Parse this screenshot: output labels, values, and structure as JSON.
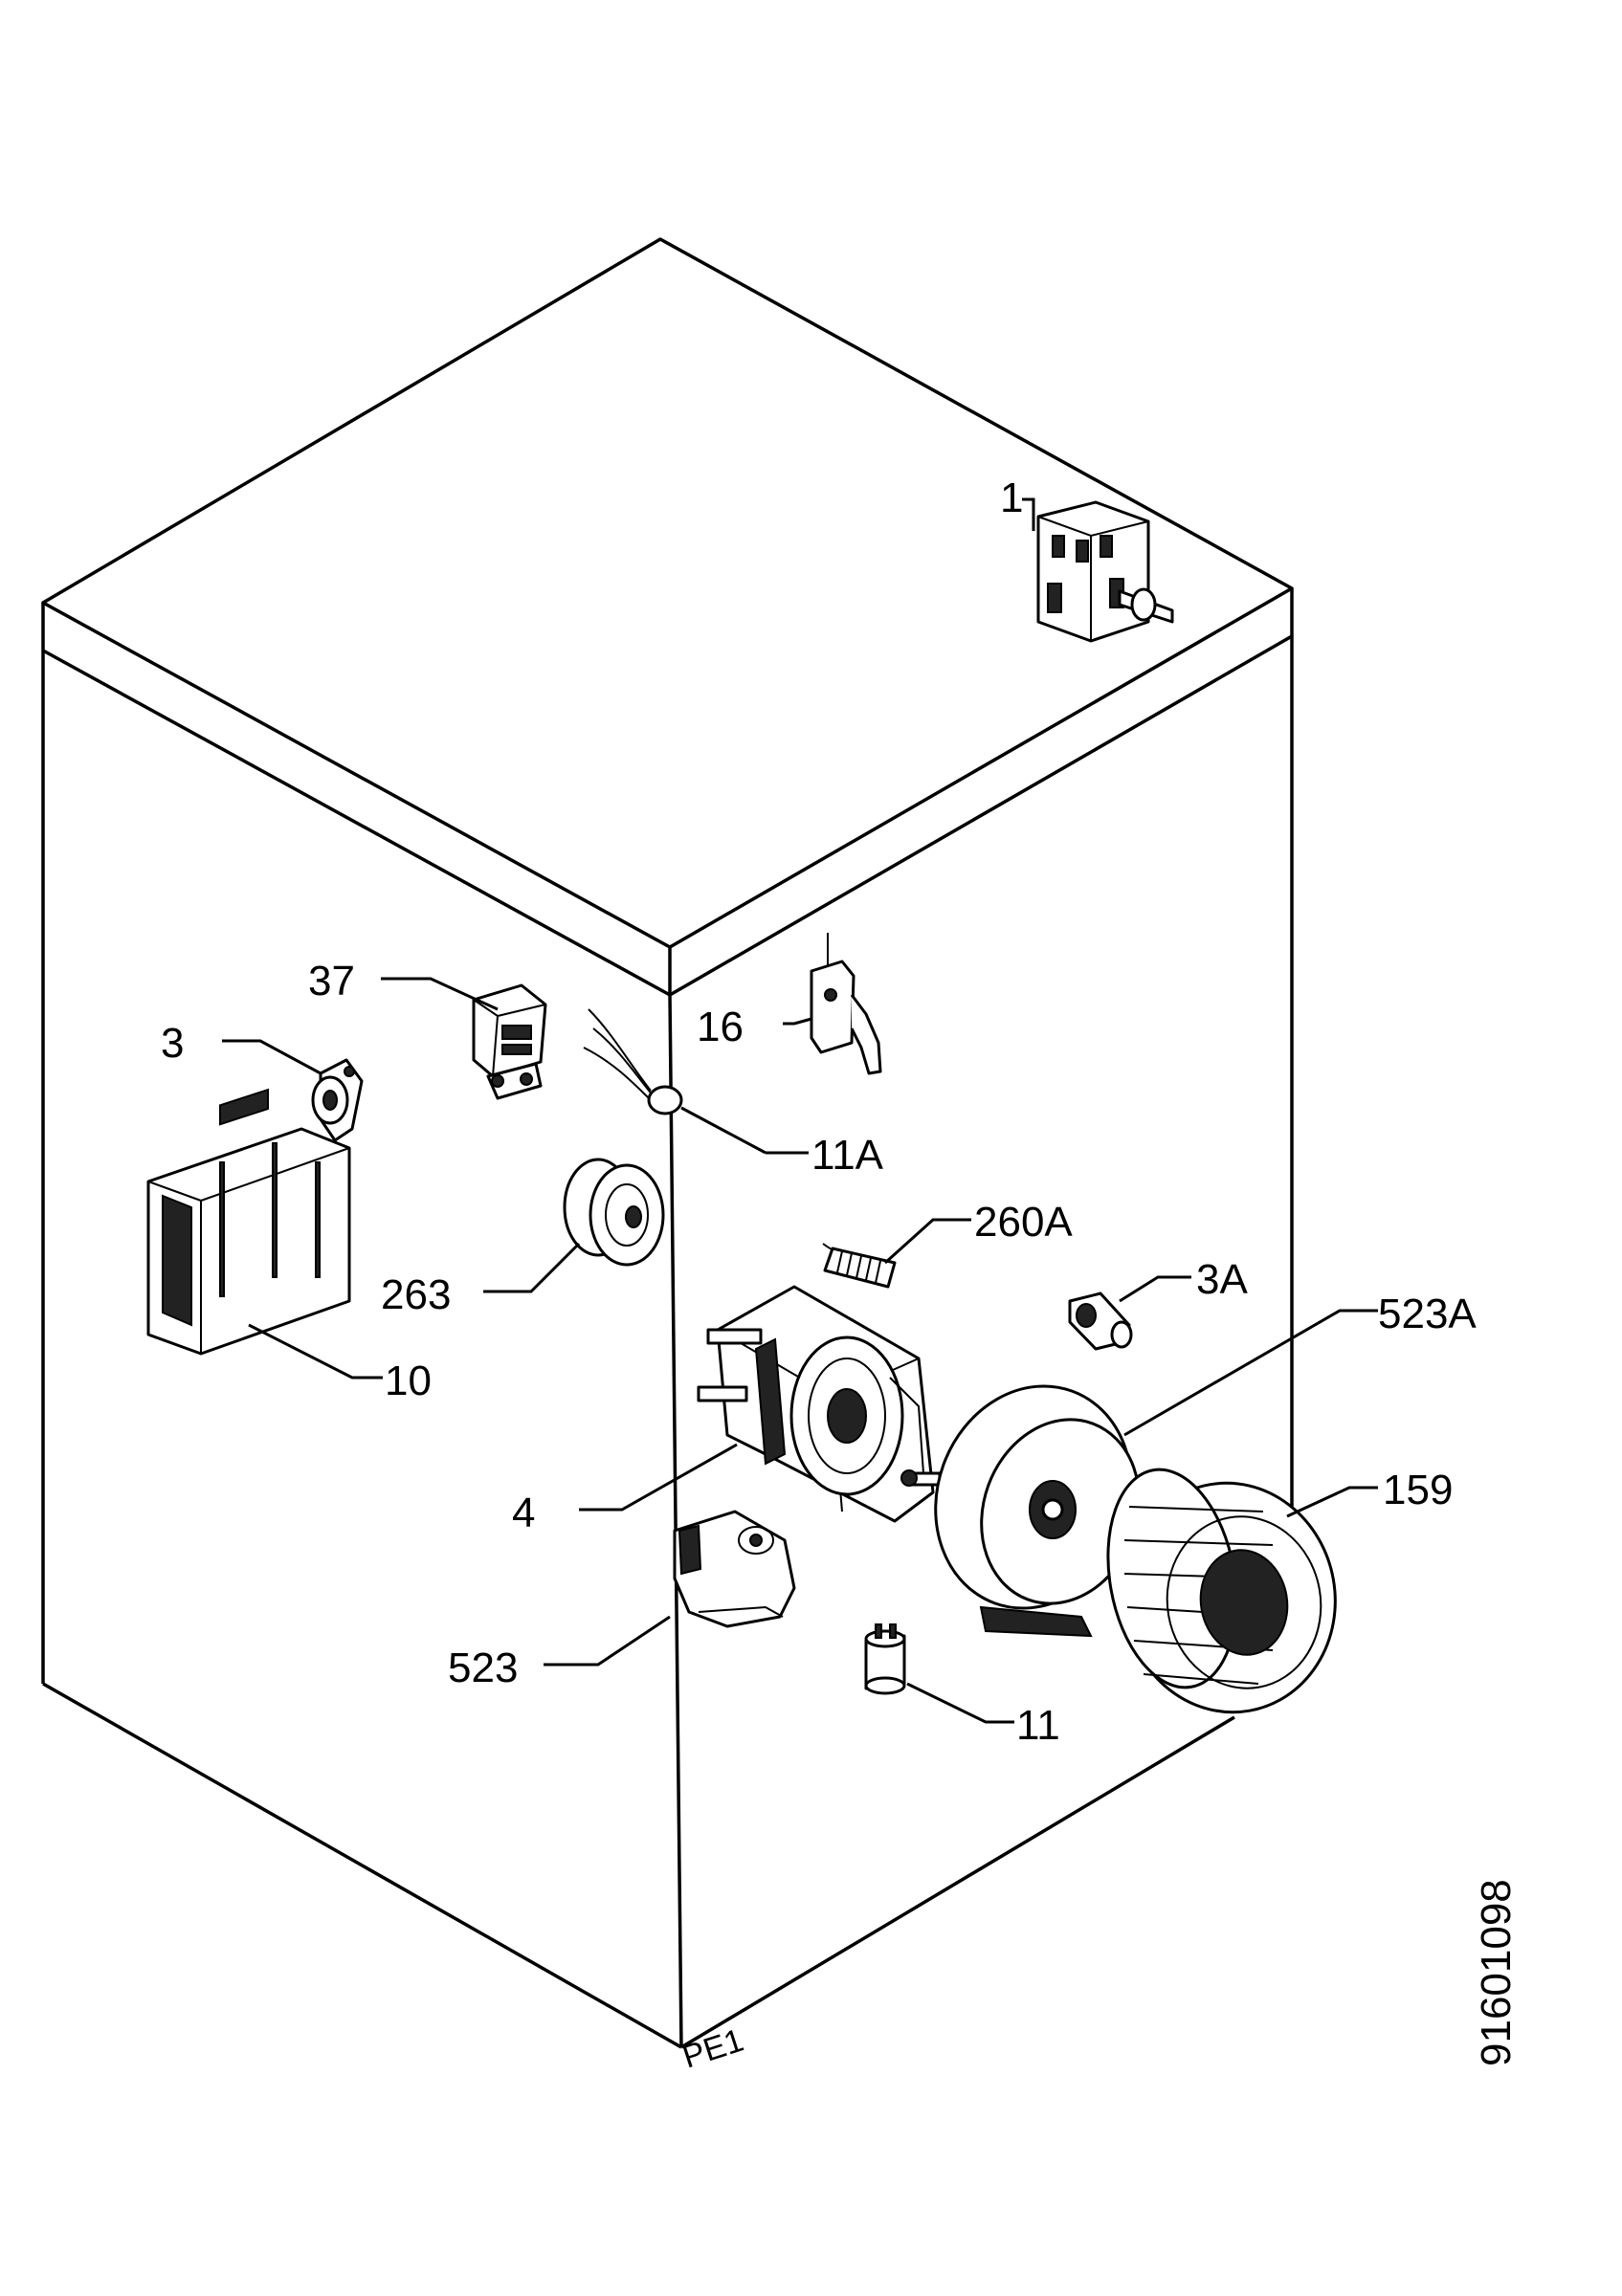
{
  "document_code": "91601098",
  "corner_mark": "PE1",
  "parts": [
    {
      "id": "p1",
      "label": "1"
    },
    {
      "id": "p3",
      "label": "3"
    },
    {
      "id": "p3a",
      "label": "3A"
    },
    {
      "id": "p4",
      "label": "4"
    },
    {
      "id": "p10",
      "label": "10"
    },
    {
      "id": "p11",
      "label": "11"
    },
    {
      "id": "p11a",
      "label": "11A"
    },
    {
      "id": "p16",
      "label": "16"
    },
    {
      "id": "p37",
      "label": "37"
    },
    {
      "id": "p159",
      "label": "159"
    },
    {
      "id": "p260a",
      "label": "260A"
    },
    {
      "id": "p263",
      "label": "263"
    },
    {
      "id": "p523",
      "label": "523"
    },
    {
      "id": "p523a",
      "label": "523A"
    }
  ]
}
